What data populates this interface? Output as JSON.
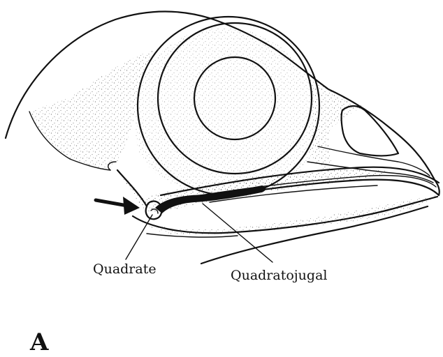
{
  "labels": {
    "quadrate": "Quadrate",
    "quadratojugal": "Quadratojugal"
  },
  "panel_letter": "A"
}
